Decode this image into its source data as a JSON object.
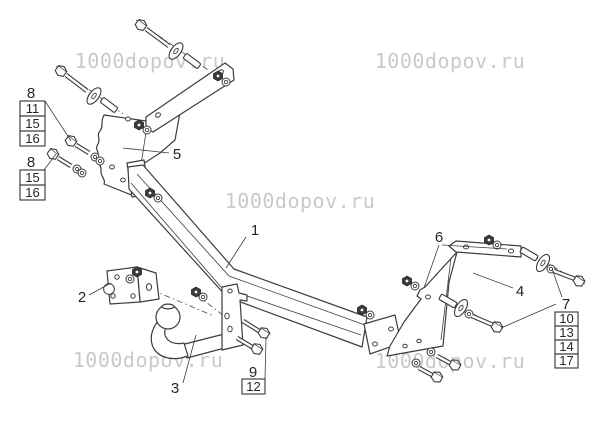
{
  "diagram": {
    "type": "exploded-parts-drawing",
    "subject": "tow-hitch assembly",
    "watermark": {
      "text": "1000dopov.ru"
    },
    "callouts": {
      "part1": "1",
      "part2": "2",
      "part3": "3",
      "part4": "4",
      "part5": "5",
      "part6": "6"
    },
    "stacks": {
      "left_upper": {
        "header": "8",
        "cells": [
          "11",
          "15",
          "16"
        ]
      },
      "left_lower": {
        "header": "8",
        "cells": [
          "15",
          "16"
        ]
      },
      "bottom": {
        "header": "9",
        "cells": [
          "12"
        ]
      },
      "right": {
        "header": "7",
        "cells": [
          "10",
          "13",
          "14",
          "17"
        ]
      }
    },
    "colors": {
      "background": "#ffffff",
      "line": "#3c3c3c",
      "watermark": "#c9c9c9",
      "label_text": "#262626"
    }
  }
}
